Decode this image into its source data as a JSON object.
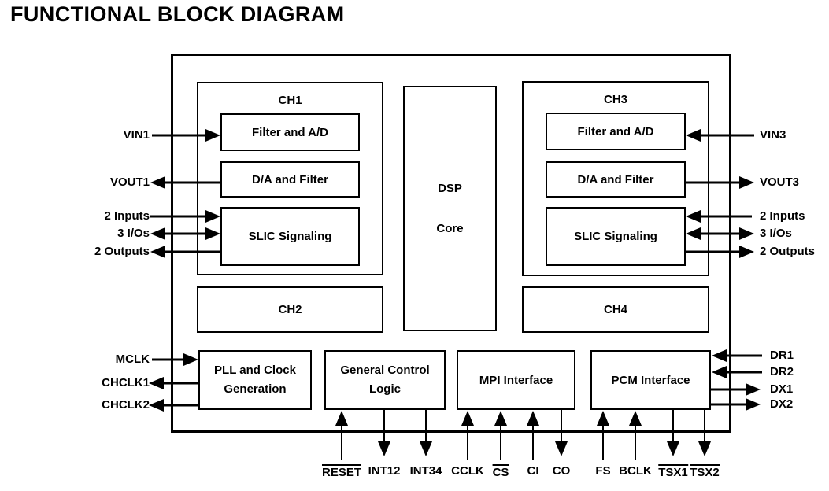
{
  "title": "FUNCTIONAL BLOCK DIAGRAM",
  "colors": {
    "ink": "#000000",
    "background": "#ffffff"
  },
  "diagram": {
    "channels": {
      "ch1": {
        "label": "CH1",
        "filter_ad": "Filter and A/D",
        "da_filter": "D/A and Filter",
        "slic": "SLIC Signaling"
      },
      "ch2": {
        "label": "CH2"
      },
      "ch3": {
        "label": "CH3",
        "filter_ad": "Filter and A/D",
        "da_filter": "D/A and Filter",
        "slic": "SLIC Signaling"
      },
      "ch4": {
        "label": "CH4"
      }
    },
    "dsp": {
      "line1": "DSP",
      "line2": "Core"
    },
    "bottom_blocks": {
      "pll": {
        "line1": "PLL and Clock",
        "line2": "Generation"
      },
      "general_control": {
        "line1": "General Control",
        "line2": "Logic"
      },
      "mpi": {
        "label": "MPI Interface"
      },
      "pcm": {
        "label": "PCM Interface"
      }
    },
    "left_pins": [
      {
        "label": "VIN1",
        "direction": "input"
      },
      {
        "label": "VOUT1",
        "direction": "output"
      },
      {
        "label": "2 Inputs",
        "direction": "input"
      },
      {
        "label": "3 I/Os",
        "direction": "bidirectional"
      },
      {
        "label": "2 Outputs",
        "direction": "output"
      },
      {
        "label": "MCLK",
        "direction": "input"
      },
      {
        "label": "CHCLK1",
        "direction": "output"
      },
      {
        "label": "CHCLK2",
        "direction": "output"
      }
    ],
    "right_pins": [
      {
        "label": "VIN3",
        "direction": "input"
      },
      {
        "label": "VOUT3",
        "direction": "output"
      },
      {
        "label": "2 Inputs",
        "direction": "input"
      },
      {
        "label": "3 I/Os",
        "direction": "bidirectional"
      },
      {
        "label": "2 Outputs",
        "direction": "output"
      },
      {
        "label": "DR1",
        "direction": "input"
      },
      {
        "label": "DR2",
        "direction": "input"
      },
      {
        "label": "DX1",
        "direction": "output"
      },
      {
        "label": "DX2",
        "direction": "output"
      }
    ],
    "bottom_pins": [
      {
        "label": "RESET",
        "overline": true,
        "direction": "input"
      },
      {
        "label": "INT12",
        "overline": false,
        "direction": "output"
      },
      {
        "label": "INT34",
        "overline": false,
        "direction": "output"
      },
      {
        "label": "CCLK",
        "overline": false,
        "direction": "input"
      },
      {
        "label": "CS",
        "overline": true,
        "direction": "input"
      },
      {
        "label": "CI",
        "overline": false,
        "direction": "input"
      },
      {
        "label": "CO",
        "overline": false,
        "direction": "output"
      },
      {
        "label": "FS",
        "overline": false,
        "direction": "input"
      },
      {
        "label": "BCLK",
        "overline": false,
        "direction": "input"
      },
      {
        "label": "TSX1",
        "overline": true,
        "direction": "output"
      },
      {
        "label": "TSX2",
        "overline": true,
        "direction": "output"
      }
    ]
  }
}
